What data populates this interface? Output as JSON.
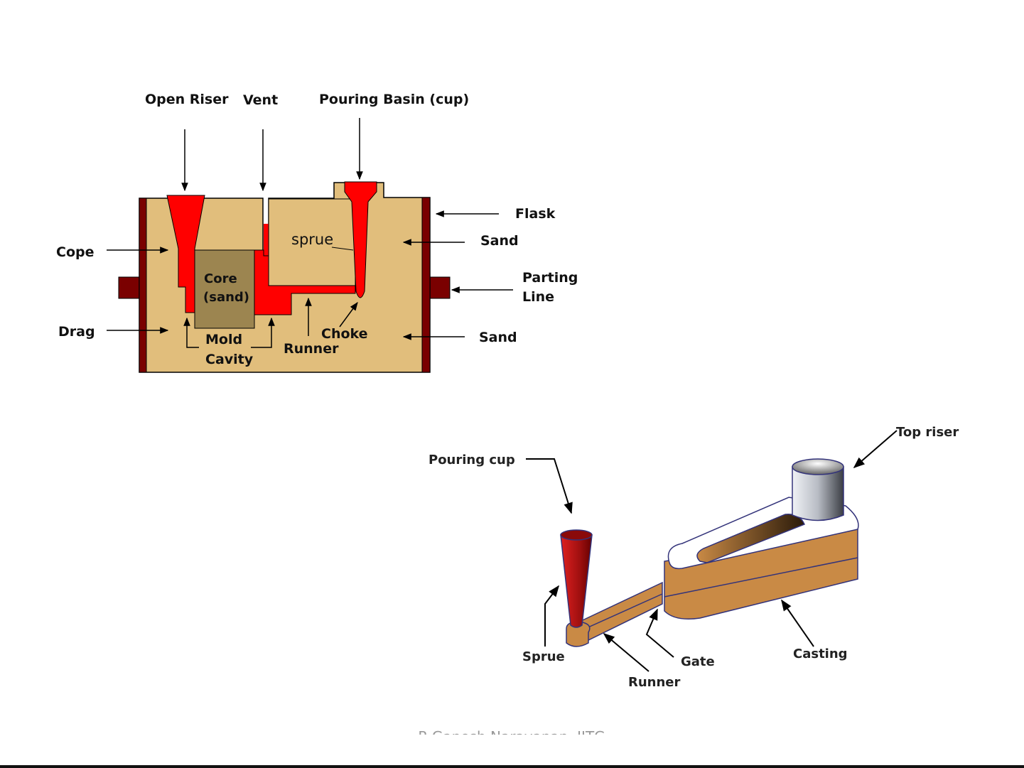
{
  "mold_diagram": {
    "labels": {
      "open_riser": "Open Riser",
      "vent": "Vent",
      "pouring_basin": "Pouring Basin (cup)",
      "flask": "Flask",
      "sand_top": "Sand",
      "parting_line_1": "Parting",
      "parting_line_2": "Line",
      "sand_bottom": "Sand",
      "cope": "Cope",
      "drag": "Drag",
      "core_1": "Core",
      "core_2": "(sand)",
      "sprue": "sprue",
      "mold_cavity_1": "Mold",
      "mold_cavity_2": "Cavity",
      "runner": "Runner",
      "choke": "Choke"
    },
    "colors": {
      "sand": "#e1be7c",
      "metal": "#ff0000",
      "flask": "#7a0000",
      "core": "#9c8550"
    }
  },
  "gating_diagram": {
    "labels": {
      "pouring_cup": "Pouring cup",
      "top_riser": "Top riser",
      "sprue": "Sprue",
      "runner": "Runner",
      "gate": "Gate",
      "casting": "Casting"
    }
  },
  "footer": {
    "text": "R.Ganesh Narayanan, IITG"
  }
}
